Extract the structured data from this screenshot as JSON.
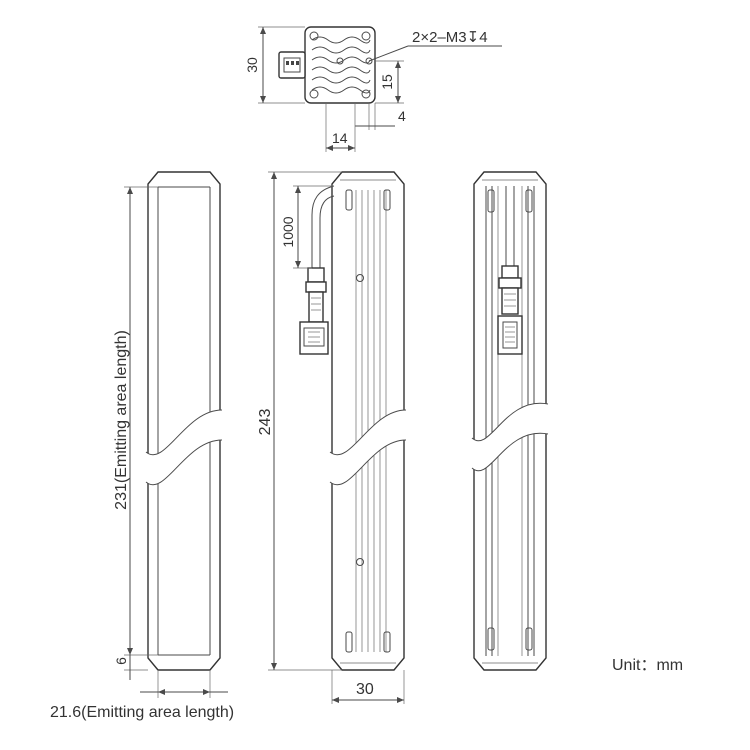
{
  "top_view": {
    "height_dim": "30",
    "thread_callout": "2×2–M3↧4",
    "hole_offset_dim": "15",
    "edge_dim": "4",
    "hole_spacing_dim": "14"
  },
  "front_view": {
    "emitting_length_label": "231(Emitting area length)",
    "end_dim": "6",
    "width_label": "21.6(Emitting area length)"
  },
  "side_view": {
    "total_length_dim": "243",
    "cable_length_dim": "1000",
    "width_dim": "30"
  },
  "unit_label": "Unit：mm",
  "icons": [
    "connector-icon",
    "screw-hole-icon",
    "break-line-icon"
  ]
}
